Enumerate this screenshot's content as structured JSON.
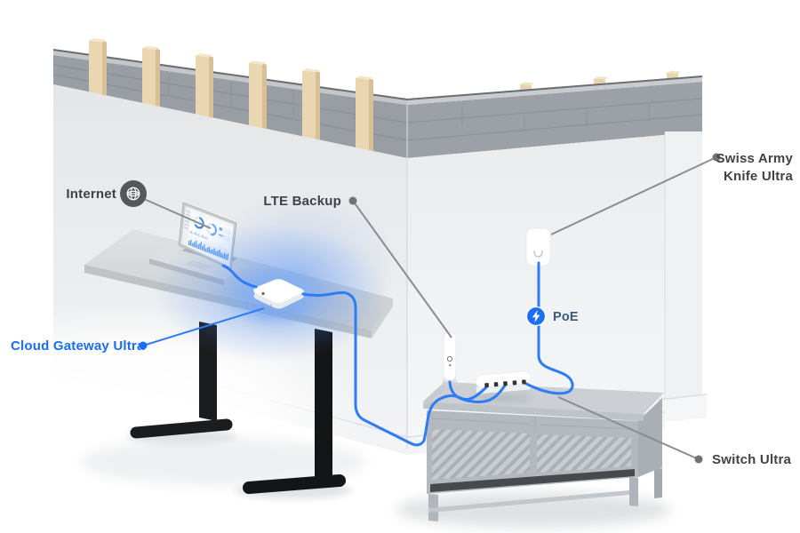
{
  "diagram": {
    "labels": {
      "internet": "Internet",
      "lte_backup": "LTE Backup",
      "swiss_army_knife_line1": "Swiss Army",
      "swiss_army_knife_line2": "Knife Ultra",
      "cloud_gateway": "Cloud Gateway Ultra",
      "poe": "PoE",
      "switch_ultra": "Switch Ultra"
    },
    "devices": [
      {
        "name": "Cloud Gateway Ultra",
        "location": "on desk"
      },
      {
        "name": "LTE Backup",
        "location": "on cabinet"
      },
      {
        "name": "Swiss Army Knife Ultra",
        "location": "wall mounted"
      },
      {
        "name": "Switch Ultra",
        "location": "on cabinet"
      }
    ],
    "colors": {
      "accent_blue": "#1a6ef5",
      "cable_blue": "#2e7cf6",
      "glow_blue": "#3b82f6",
      "label_gray": "#3f4347",
      "leader_gray": "#8a8e93"
    }
  }
}
